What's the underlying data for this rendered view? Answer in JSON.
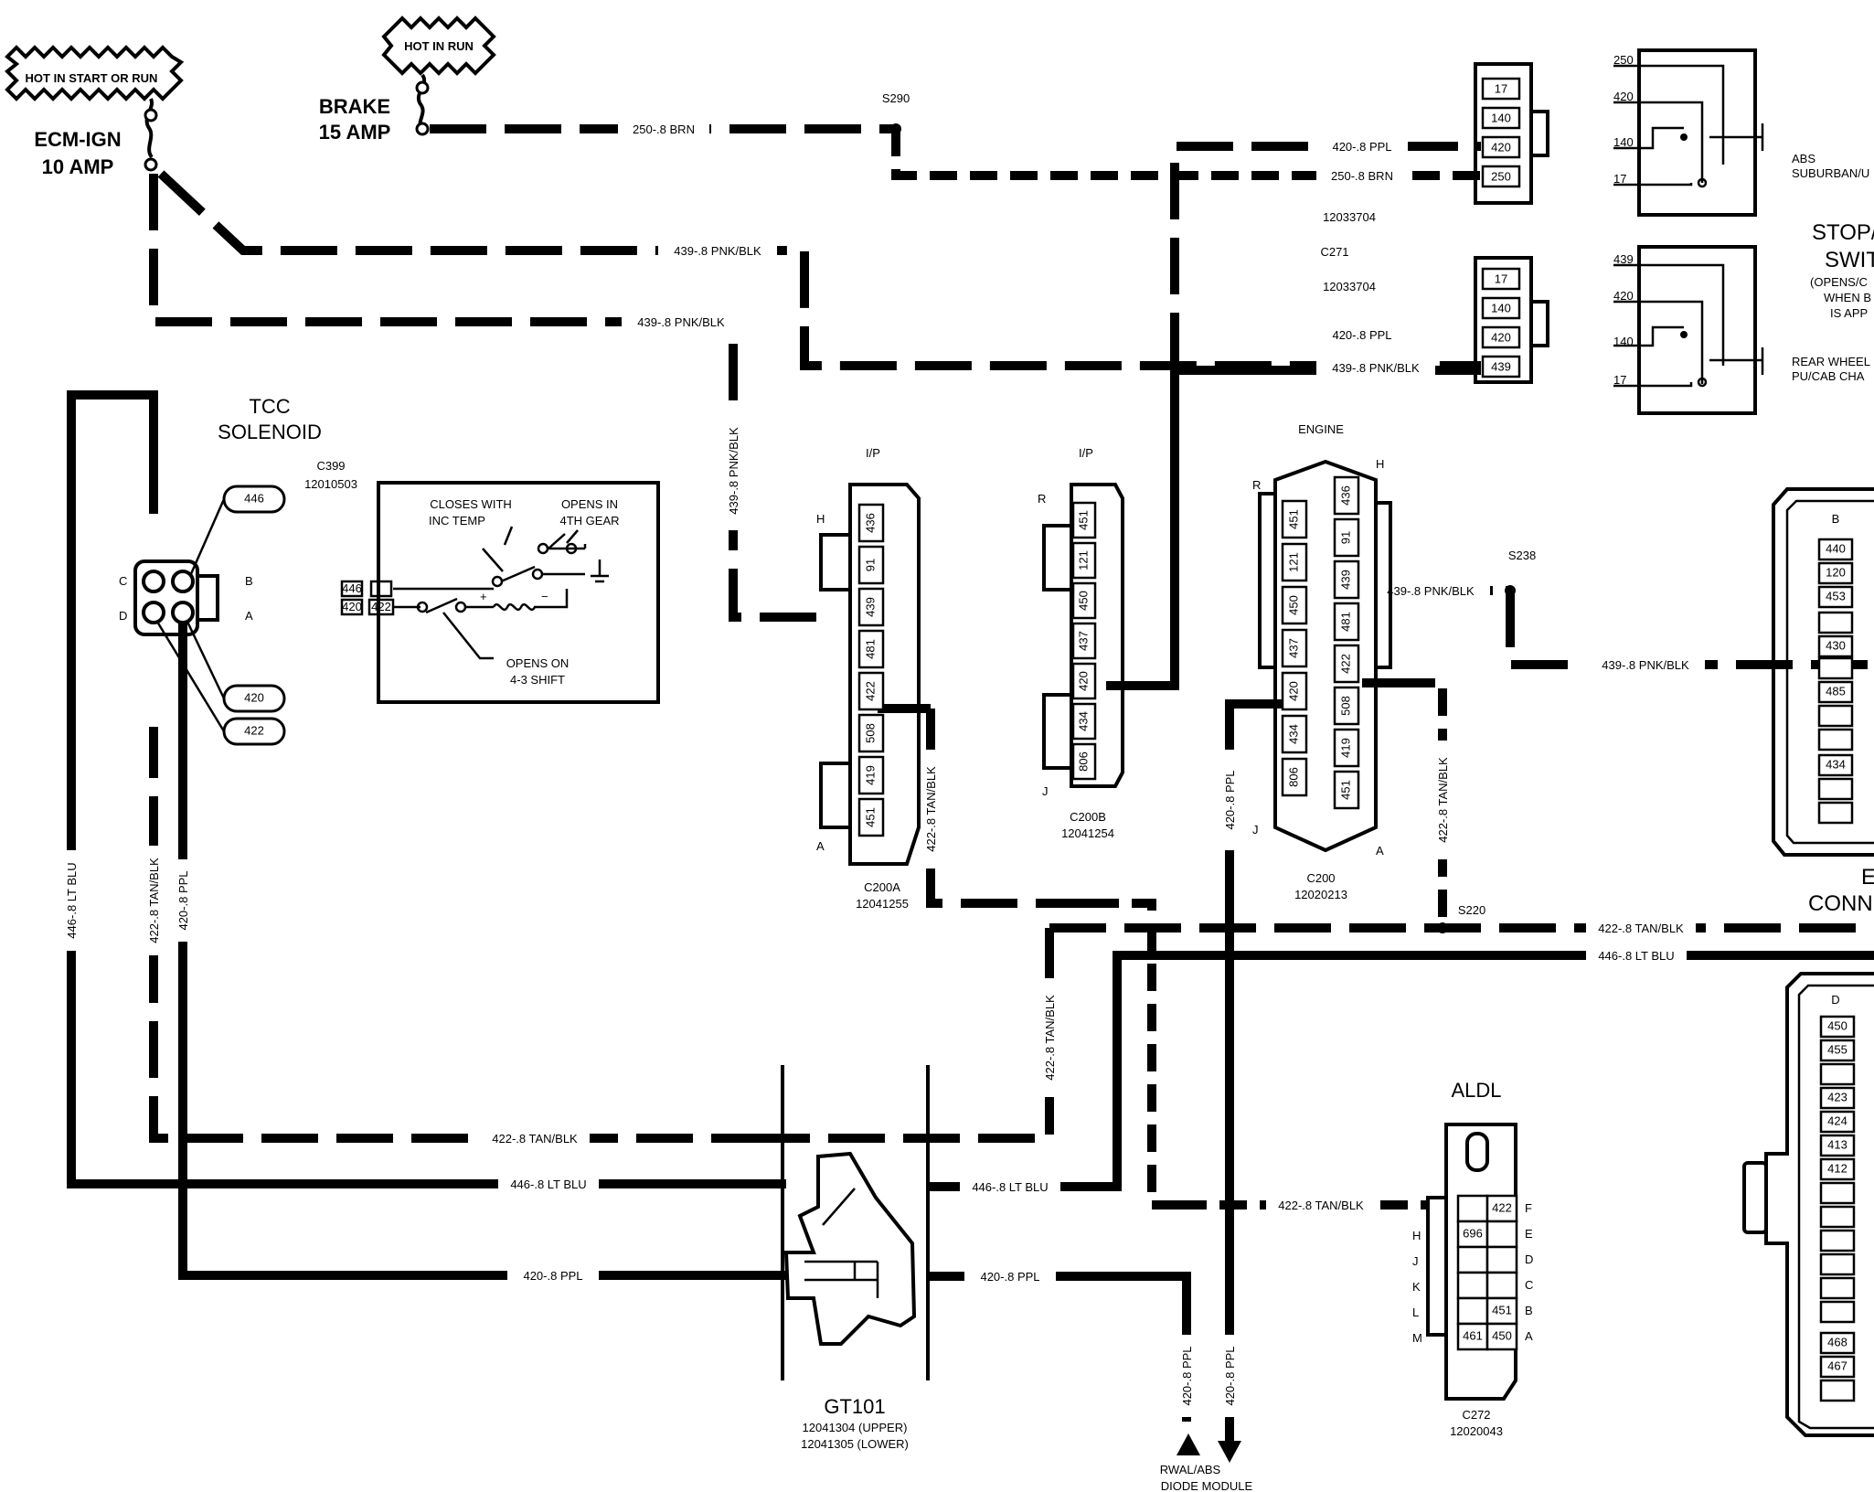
{
  "fuses": {
    "ecm_ign_hot": "HOT IN START OR RUN",
    "ecm_ign_name": "ECM-IGN",
    "ecm_ign_rating": "10 AMP",
    "brake_hot": "HOT IN RUN",
    "brake_name": "BRAKE",
    "brake_rating": "15 AMP"
  },
  "splices": {
    "s290": "S290",
    "s238": "S238",
    "s220": "S220"
  },
  "wires": {
    "w250_brn_top": "250-.8 BRN",
    "w250_brn_mid": "250-.8 BRN",
    "w420_ppl_top": "420-.8 PPL",
    "w420_ppl_mid": "420-.8 PPL",
    "w439_upper": "439-.8 PNK/BLK",
    "w439_lower": "439-.8 PNK/BLK",
    "w439_vert": "439-.8 PNK/BLK",
    "w439_stop": "439-.8 PNK/BLK",
    "w439_engine": "439-.8 PNK/BLK",
    "w439_right": "439-.8 PNK/BLK",
    "w422_c200a": "422-.8 TAN/BLK",
    "w422_vert2": "422-.8 TAN/BLK",
    "w422_engine": "422-.8 TAN/BLK",
    "w422_s220": "422-.8 TAN/BLK",
    "w422_bottom": "422-.8 TAN/BLK",
    "w422_aldl": "422-.8 TAN/BLK",
    "w420_engine": "420-.8 PPL",
    "w420_bottom_left": "420-.8 PPL",
    "w420_bottom_right": "420-.8 PPL",
    "w420_rwal1": "420-.8 PPL",
    "w420_rwal2": "420-.8 PPL",
    "w446_left": "446-.8 LT BLU",
    "w446_right": "446-.8 LT BLU",
    "w446_bus": "446-.8 LT BLU",
    "w422_solenoid": "422-.8 TAN/BLK",
    "w420_solenoid": "420-.8 PPL"
  },
  "tcc": {
    "title1": "TCC",
    "title2": "SOLENOID",
    "connector": "C399",
    "part": "12010503",
    "pins": [
      "446",
      "420",
      "422"
    ],
    "cav": [
      "C",
      "B",
      "D",
      "A"
    ],
    "switch1": "CLOSES WITH",
    "switch1b": "INC TEMP",
    "switch2": "OPENS IN",
    "switch2b": "4TH GEAR",
    "switch3": "OPENS ON",
    "switch3b": "4-3 SHIFT",
    "plus": "+",
    "minus": "−"
  },
  "stop_switch": {
    "c_top_pins": [
      "17",
      "140",
      "420",
      "250"
    ],
    "c_top_part": "12033704",
    "c_label": "C271",
    "c_bot_part": "12033704",
    "c_bot_pins": [
      "17",
      "140",
      "420",
      "439"
    ],
    "abs_pins": [
      "250",
      "420",
      "140",
      "17"
    ],
    "rwal_pins": [
      "439",
      "420",
      "140",
      "17"
    ],
    "abs_label1": "ABS",
    "abs_label2": "SUBURBAN/U",
    "title1": "STOP/",
    "title2": "SWIT",
    "desc1": "(OPENS/C",
    "desc2": "WHEN B",
    "desc3": "IS APP",
    "rwal_label1": "REAR WHEEL",
    "rwal_label2": "PU/CAB CHA"
  },
  "c200a": {
    "header": "I/P",
    "pins": [
      "436",
      "91",
      "439",
      "481",
      "422",
      "508",
      "419",
      "451"
    ],
    "end_top": "H",
    "end_bot": "A",
    "name": "C200A",
    "part": "12041255"
  },
  "c200b": {
    "header": "I/P",
    "pins": [
      "451",
      "121",
      "450",
      "437",
      "420",
      "434",
      "806"
    ],
    "end_top": "R",
    "end_bot": "J",
    "name": "C200B",
    "part": "12041254"
  },
  "c200": {
    "header": "ENGINE",
    "left_pins": [
      "451",
      "121",
      "450",
      "437",
      "420",
      "434",
      "806"
    ],
    "right_pins": [
      "436",
      "91",
      "439",
      "481",
      "422",
      "508",
      "419",
      "451"
    ],
    "end_r": "R",
    "end_h": "H",
    "end_j": "J",
    "end_a": "A",
    "name": "C200",
    "part": "12020213"
  },
  "gt101": {
    "name": "GT101",
    "upper": "12041304 (UPPER)",
    "lower": "12041305 (LOWER)"
  },
  "aldl": {
    "title": "ALDL",
    "left_cav": [
      "H",
      "J",
      "K",
      "L",
      "M"
    ],
    "right_cav": [
      "F",
      "E",
      "D",
      "C",
      "B",
      "A"
    ],
    "pins": [
      "422",
      "696",
      "451",
      "461",
      "450"
    ],
    "name": "C272",
    "part": "12020043"
  },
  "rwal": {
    "label1": "RWAL/ABS",
    "label2": "DIODE MODULE"
  },
  "ecm_b": {
    "cav": "B",
    "pins": [
      "440",
      "120",
      "453",
      "430",
      "485",
      "434"
    ],
    "label1": "E",
    "label2": "CONN"
  },
  "ecm_d": {
    "cav": "D",
    "pins": [
      "450",
      "455",
      "423",
      "424",
      "413",
      "412",
      "468",
      "467"
    ]
  }
}
